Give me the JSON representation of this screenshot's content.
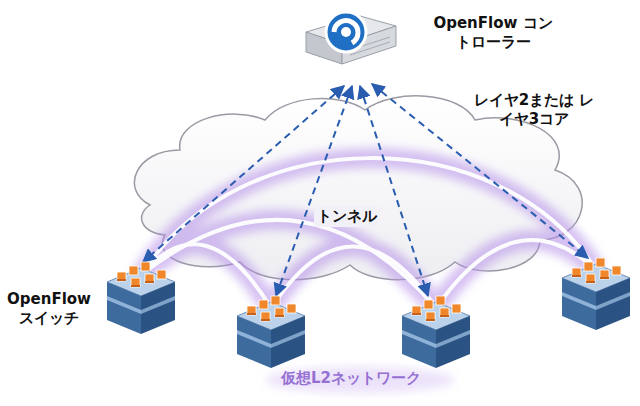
{
  "diagram": {
    "nodes": [
      {
        "text": [
          "OpenFlow コントローラー"
        ]
      },
      {
        "text": [
          "OpenFlow スイッチ"
        ]
      }
    ],
    "edges": [
      {
        "from": 0,
        "to": 1,
        "arrow": "both"
      }
    ],
    "labels": [
      "レイヤ2または レイヤ3コア",
      "トンネル",
      "仮想L2ネットワーク"
    ]
  }
}
